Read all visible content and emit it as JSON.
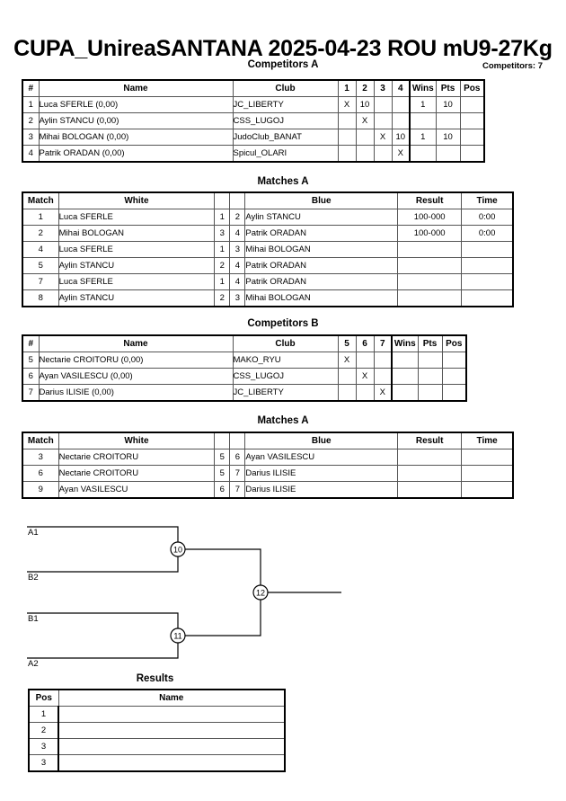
{
  "header": {
    "title": "CUPA_UnireaSANTANA  2025-04-23  ROU   mU9-27Kg",
    "competitors_count": "Competitors: 7"
  },
  "pools": [
    {
      "caption": "Competitors A",
      "columns": [
        "#",
        "Name",
        "Club",
        "1",
        "2",
        "3",
        "4",
        "Wins",
        "Pts",
        "Pos"
      ],
      "rows": [
        {
          "num": "1",
          "name": "Luca SFERLE  (0,00)",
          "club": "JC_LIBERTY",
          "cells": [
            "X",
            "10",
            "",
            ""
          ],
          "wins": "1",
          "pts": "10",
          "pos": ""
        },
        {
          "num": "2",
          "name": "Aylin STANCU  (0,00)",
          "club": "CSS_LUGOJ",
          "cells": [
            "",
            "X",
            "",
            ""
          ],
          "wins": "",
          "pts": "",
          "pos": ""
        },
        {
          "num": "3",
          "name": "Mihai BOLOGAN  (0,00)",
          "club": "JudoClub_BANAT",
          "cells": [
            "",
            "",
            "X",
            "10"
          ],
          "wins": "1",
          "pts": "10",
          "pos": ""
        },
        {
          "num": "4",
          "name": "Patrik ORADAN  (0,00)",
          "club": "Spicul_OLARI",
          "cells": [
            "",
            "",
            "",
            "X"
          ],
          "wins": "",
          "pts": "",
          "pos": ""
        }
      ]
    },
    {
      "caption": "Competitors B",
      "columns": [
        "#",
        "Name",
        "Club",
        "5",
        "6",
        "7",
        "Wins",
        "Pts",
        "Pos"
      ],
      "rows": [
        {
          "num": "5",
          "name": "Nectarie CROITORU  (0,00)",
          "club": "MAKO_RYU",
          "cells": [
            "X",
            "",
            ""
          ],
          "wins": "",
          "pts": "",
          "pos": ""
        },
        {
          "num": "6",
          "name": "Ayan VASILESCU  (0,00)",
          "club": "CSS_LUGOJ",
          "cells": [
            "",
            "X",
            ""
          ],
          "wins": "",
          "pts": "",
          "pos": ""
        },
        {
          "num": "7",
          "name": "Darius ILISIE  (0,00)",
          "club": "JC_LIBERTY",
          "cells": [
            "",
            "",
            "X"
          ],
          "wins": "",
          "pts": "",
          "pos": ""
        }
      ]
    }
  ],
  "matches_a": {
    "caption": "Matches A",
    "columns": [
      "Match",
      "White",
      "",
      "",
      "Blue",
      "Result",
      "Time"
    ],
    "rows": [
      {
        "match": "1",
        "white": "Luca SFERLE",
        "white_bold": true,
        "wnum": "1",
        "bnum": "2",
        "blue": "Aylin STANCU",
        "blue_bold": false,
        "result": "100-000",
        "time": "0:00"
      },
      {
        "match": "2",
        "white": "Mihai BOLOGAN",
        "white_bold": true,
        "wnum": "3",
        "bnum": "4",
        "blue": "Patrik ORADAN",
        "blue_bold": false,
        "result": "100-000",
        "time": "0:00"
      },
      {
        "match": "4",
        "white": "Luca SFERLE",
        "white_bold": false,
        "wnum": "1",
        "bnum": "3",
        "blue": "Mihai BOLOGAN",
        "blue_bold": false,
        "result": "",
        "time": ""
      },
      {
        "match": "5",
        "white": "Aylin STANCU",
        "white_bold": false,
        "wnum": "2",
        "bnum": "4",
        "blue": "Patrik ORADAN",
        "blue_bold": false,
        "result": "",
        "time": ""
      },
      {
        "match": "7",
        "white": "Luca SFERLE",
        "white_bold": false,
        "wnum": "1",
        "bnum": "4",
        "blue": "Patrik ORADAN",
        "blue_bold": false,
        "result": "",
        "time": ""
      },
      {
        "match": "8",
        "white": "Aylin STANCU",
        "white_bold": false,
        "wnum": "2",
        "bnum": "3",
        "blue": "Mihai BOLOGAN",
        "blue_bold": false,
        "result": "",
        "time": ""
      }
    ]
  },
  "matches_b": {
    "caption": "Matches A",
    "columns": [
      "Match",
      "White",
      "",
      "",
      "Blue",
      "Result",
      "Time"
    ],
    "rows": [
      {
        "match": "3",
        "white": "Nectarie CROITORU",
        "white_bold": false,
        "wnum": "5",
        "bnum": "6",
        "blue": "Ayan VASILESCU",
        "blue_bold": false,
        "result": "",
        "time": ""
      },
      {
        "match": "6",
        "white": "Nectarie CROITORU",
        "white_bold": false,
        "wnum": "5",
        "bnum": "7",
        "blue": "Darius ILISIE",
        "blue_bold": false,
        "result": "",
        "time": ""
      },
      {
        "match": "9",
        "white": "Ayan VASILESCU",
        "white_bold": false,
        "wnum": "6",
        "bnum": "7",
        "blue": "Darius ILISIE",
        "blue_bold": false,
        "result": "",
        "time": ""
      }
    ]
  },
  "bracket": {
    "seeds": [
      "A1",
      "B2",
      "B1",
      "A2"
    ],
    "nodes": [
      "10",
      "11",
      "12"
    ]
  },
  "results": {
    "caption": "Results",
    "columns": [
      "Pos",
      "Name"
    ],
    "rows": [
      {
        "pos": "1",
        "name": ""
      },
      {
        "pos": "2",
        "name": ""
      },
      {
        "pos": "3",
        "name": ""
      },
      {
        "pos": "3",
        "name": ""
      }
    ]
  }
}
